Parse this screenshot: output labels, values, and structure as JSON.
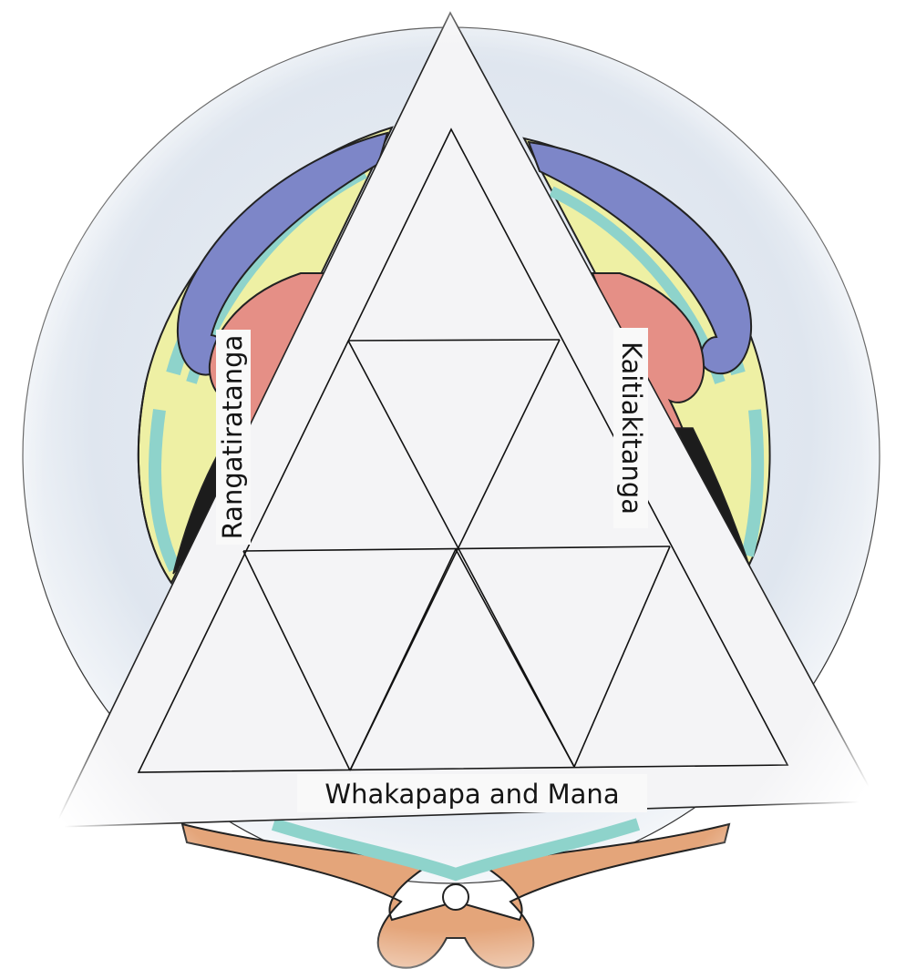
{
  "diagram": {
    "labels": {
      "left_side": "Rangatiratanga",
      "right_side": "Kaitiakitanga",
      "bottom_side": "Whakapapa and Mana"
    },
    "colors": {
      "paper": "#f4f4f6",
      "halo": "#dde4ee",
      "blue": "#7d86c8",
      "red": "#e58f86",
      "yellow": "#eef0a4",
      "teal": "#8ed3cb",
      "black": "#1c1c1c",
      "orange": "#e4a57a",
      "outline": "#222222"
    },
    "inner_triangle_count": 9
  }
}
